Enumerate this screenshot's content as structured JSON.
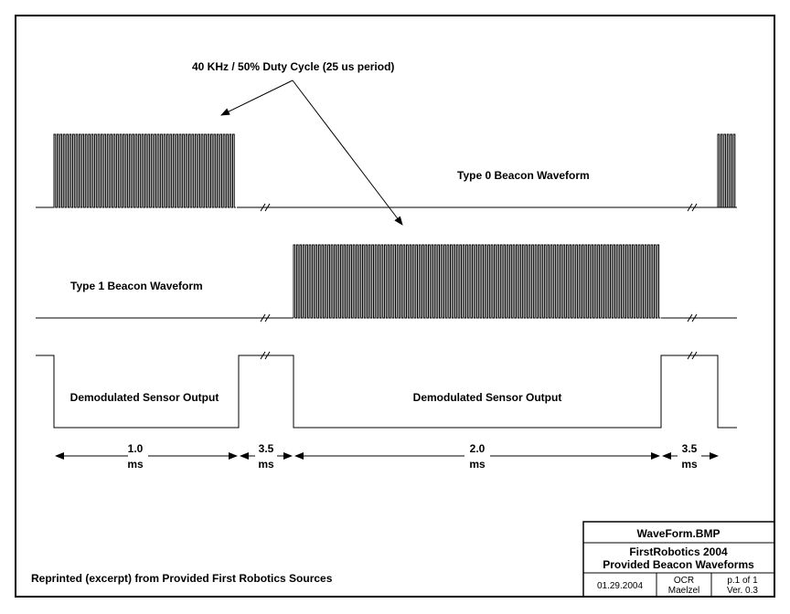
{
  "annotation": {
    "carrier_label": "40 KHz / 50% Duty Cycle (25 us period)"
  },
  "waveforms": {
    "type0_label": "Type 0 Beacon Waveform",
    "type1_label": "Type 1 Beacon Waveform",
    "demod_label_left": "Demodulated Sensor Output",
    "demod_label_right": "Demodulated Sensor Output"
  },
  "timing": [
    {
      "value": "1.0",
      "unit": "ms"
    },
    {
      "value": "3.5",
      "unit": "ms"
    },
    {
      "value": "2.0",
      "unit": "ms"
    },
    {
      "value": "3.5",
      "unit": "ms"
    }
  ],
  "footer_note": "Reprinted (excerpt) from Provided First Robotics Sources",
  "title_block": {
    "filename": "WaveForm.BMP",
    "project_line1": "FirstRobotics 2004",
    "project_line2": "Provided Beacon Waveforms",
    "date": "01.29.2004",
    "author_line1": "OCR",
    "author_line2": "Maelzel",
    "page": "p.1 of 1",
    "version": "Ver. 0.3"
  }
}
